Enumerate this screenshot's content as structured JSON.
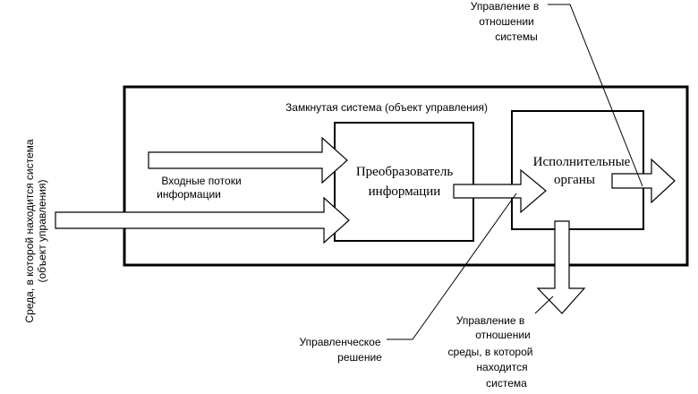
{
  "diagram": {
    "outer_box_label": "Замкнутая система (объект управления)",
    "environment_label": [
      "Среда, в которой находится система",
      "(объект управления)"
    ],
    "input_label": [
      "Входные потоки",
      "информации"
    ],
    "converter_label": [
      "Преобразователь",
      "информации"
    ],
    "executor_label": [
      "Исполнительные",
      "органы"
    ],
    "control_system_label": [
      "Управление в",
      "отношении",
      "системы"
    ],
    "control_environment_label": [
      "Управление в",
      "отношении",
      "среды, в которой",
      "находится",
      "система"
    ],
    "decision_label": [
      "Управленческое",
      "решение"
    ]
  }
}
